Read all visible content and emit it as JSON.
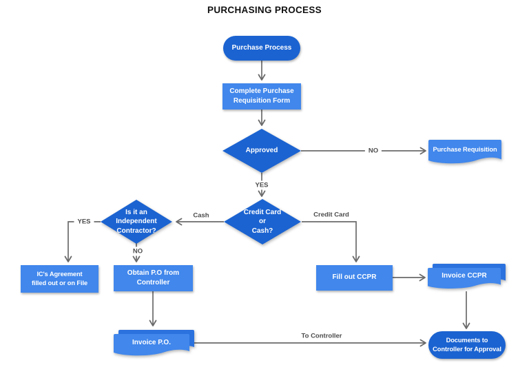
{
  "title": "PURCHASING PROCESS",
  "colors": {
    "dark_blue": "#1b63d1",
    "light_blue": "#4187ec",
    "document_back_blue": "#2c72de",
    "connector_gray": "#6a6a6a",
    "edge_label_gray": "#4c4c4c"
  },
  "nodes": {
    "purchase_process": {
      "type": "terminator",
      "label": "Purchase Process"
    },
    "complete_form": {
      "type": "process",
      "label": [
        "Complete Purchase",
        "Requisition Form"
      ]
    },
    "approved": {
      "type": "decision",
      "label": "Approved"
    },
    "purchase_requisition": {
      "type": "document",
      "label": "Purchase Requisition"
    },
    "credit_card_or_cash": {
      "type": "decision",
      "label": [
        "Credit Card",
        "or",
        "Cash?"
      ]
    },
    "independent_contractor": {
      "type": "decision",
      "label": [
        "Is it an",
        "Independent",
        "Contractor?"
      ]
    },
    "ics_agreement": {
      "type": "process",
      "label": [
        "IC's Agreement",
        "filled out or on File"
      ]
    },
    "obtain_po": {
      "type": "process",
      "label": [
        "Obtain P.O from",
        "Controller"
      ]
    },
    "fill_out_ccpr": {
      "type": "process",
      "label": "Fill out CCPR"
    },
    "invoice_po": {
      "type": "document",
      "label": "Invoice P.O."
    },
    "invoice_ccpr": {
      "type": "document",
      "label": "Invoice CCPR"
    },
    "documents_to_controller": {
      "type": "terminator",
      "label": [
        "Documents to",
        "Controller for Approval"
      ]
    }
  },
  "edge_labels": {
    "approved_no": "NO",
    "approved_yes": "YES",
    "cash": "Cash",
    "credit_card": "Credit Card",
    "contractor_yes": "YES",
    "contractor_no": "NO",
    "to_controller": "To Controller"
  }
}
